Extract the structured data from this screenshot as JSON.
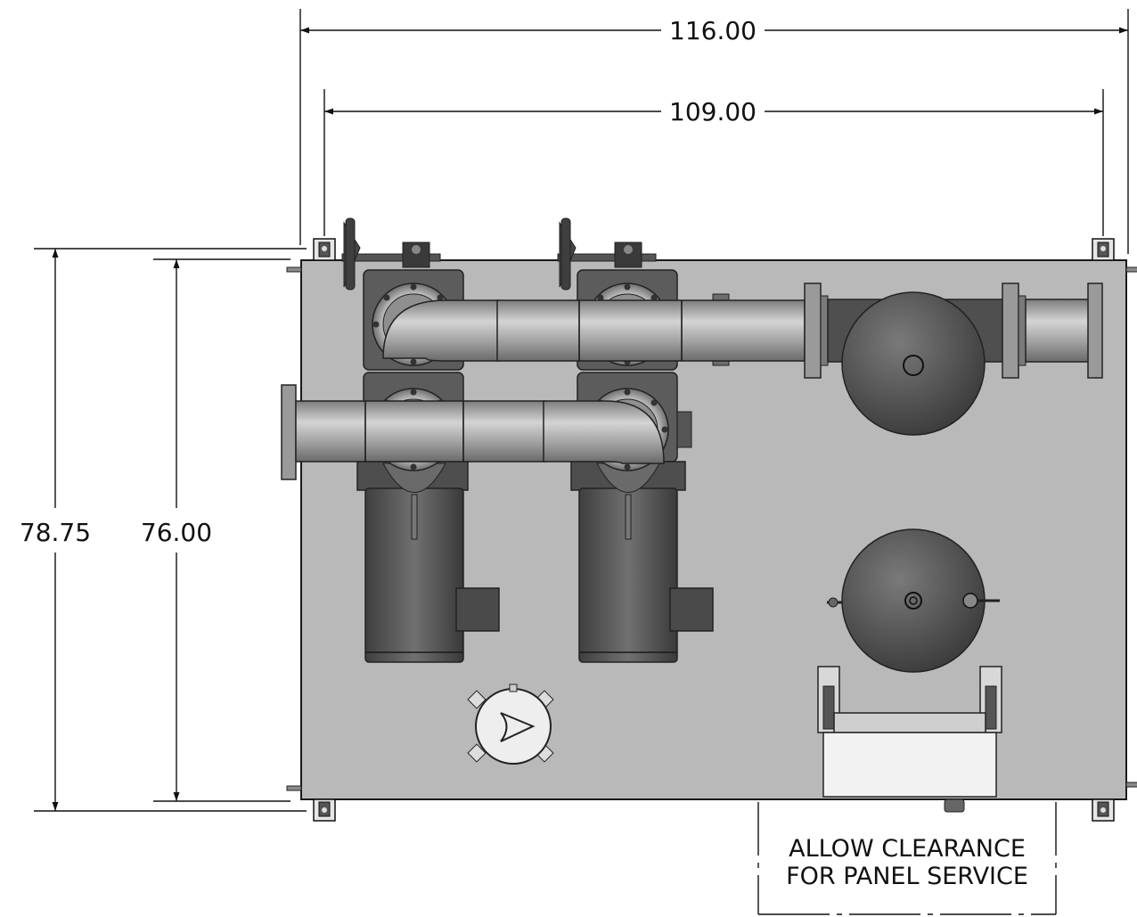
{
  "dimensions": {
    "overall_width": "116.00",
    "inner_width": "109.00",
    "overall_depth": "78.75",
    "inner_depth": "76.00"
  },
  "note": {
    "line1": "ALLOW CLEARANCE",
    "line2": "FOR PANEL SERVICE"
  },
  "colors": {
    "panel": "#b8b8b8",
    "pipe": "#9c9c9c",
    "equipment": "#5a5a5a",
    "tank": "#4d4d4d",
    "line": "#111111"
  }
}
